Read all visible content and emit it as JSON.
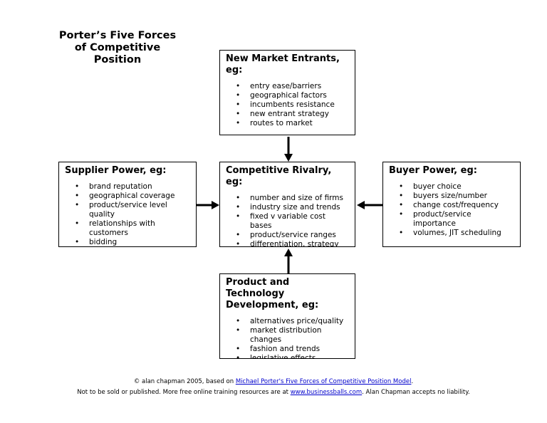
{
  "title": [
    "Porter’s Five Forces",
    "of Competitive",
    "Position"
  ],
  "boxes": {
    "new_entrants": {
      "heading": "New Market Entrants, eg:",
      "items": [
        "entry ease/barriers",
        "geographical factors",
        "incumbents resistance",
        "new entrant strategy",
        "routes to market"
      ]
    },
    "supplier": {
      "heading": "Supplier Power, eg:",
      "items": [
        "brand reputation",
        "geographical coverage",
        "product/service level quality",
        "relationships with customers",
        "bidding"
      ]
    },
    "rivalry": {
      "heading": "Competitive Rivalry, eg:",
      "items": [
        "number and size of firms",
        "industry size and trends",
        "fixed v variable cost bases",
        "product/service ranges",
        "differentiation, strategy"
      ]
    },
    "buyer": {
      "heading": "Buyer Power, eg:",
      "items": [
        "buyer choice",
        "buyers size/number",
        "change cost/frequency",
        "product/service importance",
        "volumes, JIT scheduling"
      ]
    },
    "product_tech": {
      "heading": "Product and Technology Development, eg:",
      "items": [
        "alternatives price/quality",
        "market distribution changes",
        "fashion and trends",
        "legislative effects"
      ]
    }
  },
  "footer": {
    "line1_prefix": "© alan chapman 2005, based on ",
    "line1_link": "Michael Porter's Five Forces of Competitive Position Model",
    "line1_suffix": ".",
    "line2_prefix": "Not to be sold or published.  More free online training resources are at ",
    "line2_link": "www.businessballs.com",
    "line2_suffix": ".  Alan Chapman accepts no liability."
  }
}
